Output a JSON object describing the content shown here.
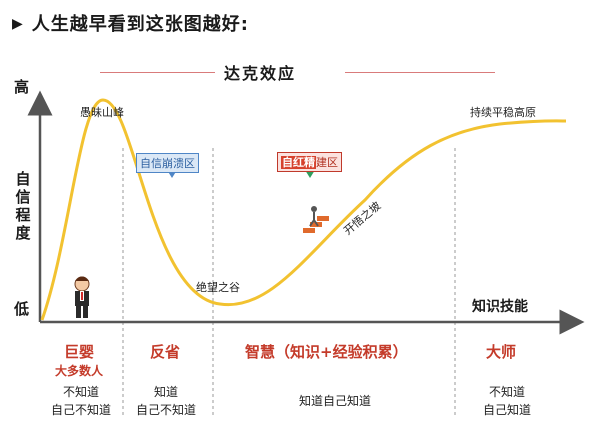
{
  "headline": {
    "marker": "▶",
    "text": "人生越早看到这张图越好:"
  },
  "chart": {
    "title": "达克效应",
    "y_axis": {
      "high": "高",
      "label": "自信程度",
      "low": "低"
    },
    "x_axis": {
      "label": "知识技能"
    },
    "annotations": {
      "peak": "愚昧山峰",
      "valley": "绝望之谷",
      "slope": "开悟之坡",
      "plateau": "持续平稳高原"
    },
    "zones": {
      "collapse": "自信崩溃区",
      "rebuild_highlight": "自红精",
      "rebuild_rest": "建区"
    },
    "colors": {
      "curve": "#f2c230",
      "stage_text": "#c43b2a",
      "zone_blue": "#4f86c6",
      "zone_red": "#c0392b"
    }
  },
  "stages": [
    {
      "name": "巨婴",
      "sub": "大多数人",
      "desc": [
        "不知道",
        "自己不知道"
      ]
    },
    {
      "name": "反省",
      "sub": "",
      "desc": [
        "知道",
        "自己不知道"
      ]
    },
    {
      "name": "智慧（知识+经验积累）",
      "sub": "",
      "desc": [
        "知道自己知道"
      ]
    },
    {
      "name": "大师",
      "sub": "",
      "desc": [
        "不知道",
        "自己知道"
      ]
    }
  ]
}
